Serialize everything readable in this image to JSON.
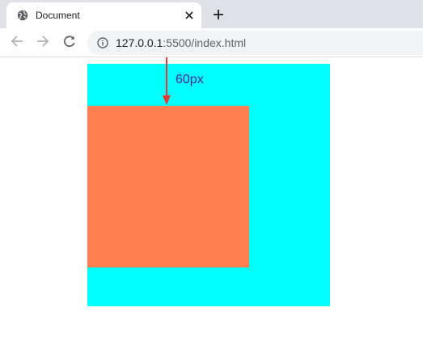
{
  "browser": {
    "tab": {
      "title": "Document",
      "favicon": "globe-icon",
      "close_icon": "close-icon"
    },
    "new_tab_icon": "plus-icon",
    "nav": {
      "back": "arrow-left-icon",
      "forward": "arrow-right-icon",
      "reload": "reload-icon"
    },
    "address": {
      "info_icon": "info-icon",
      "host": "127.0.0.1",
      "rest": ":5500/index.html"
    }
  },
  "page": {
    "annotation": {
      "label": "60px",
      "arrow_color": "#e53935"
    },
    "colors": {
      "outer_box": "#00ffff",
      "inner_box": "#ff7f50",
      "label": "#3a2a9e"
    }
  }
}
